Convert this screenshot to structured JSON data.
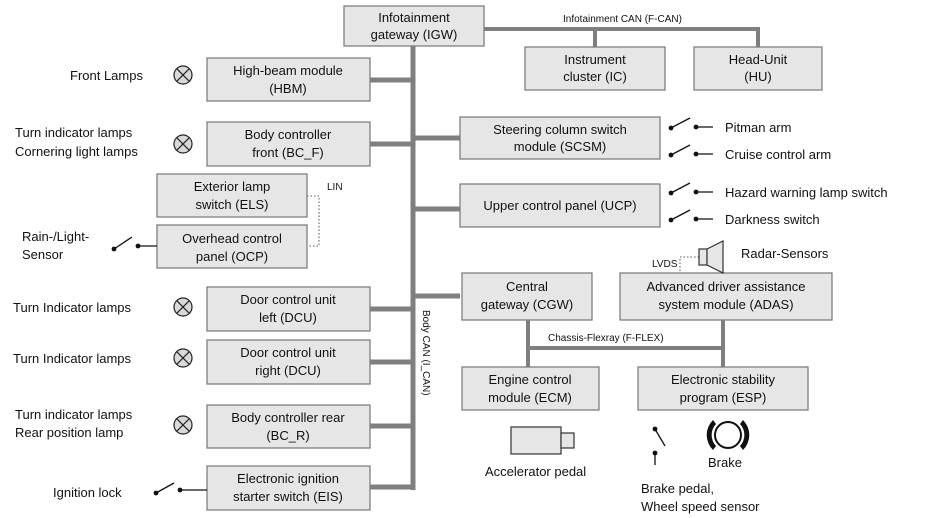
{
  "buses": {
    "f_can": "Infotainment CAN (F-CAN)",
    "body_can": "Body CAN (I_CAN)",
    "flexray": "Chassis-Flexray (F-FLEX)",
    "lin": "LIN",
    "lvds": "LVDS"
  },
  "modules": {
    "igw": [
      "Infotainment",
      "gateway (IGW)"
    ],
    "ic": [
      "Instrument",
      "cluster (IC)"
    ],
    "hu": [
      "Head-Unit",
      "(HU)"
    ],
    "hbm": [
      "High-beam module",
      "(HBM)"
    ],
    "bcf": [
      "Body controller",
      "front (BC_F)"
    ],
    "els": [
      "Exterior lamp",
      "switch (ELS)"
    ],
    "ocp": [
      "Overhead control",
      "panel (OCP)"
    ],
    "dcul": [
      "Door control unit",
      "left (DCU)"
    ],
    "dcur": [
      "Door control unit",
      "right (DCU)"
    ],
    "bcr": [
      "Body controller rear",
      "(BC_R)"
    ],
    "eis": [
      "Electronic ignition",
      "starter switch (EIS)"
    ],
    "scsm": [
      "Steering column switch",
      "module (SCSM)"
    ],
    "ucp": [
      "Upper control panel (UCP)"
    ],
    "cgw": [
      "Central",
      "gateway (CGW)"
    ],
    "adas": [
      "Advanced driver assistance",
      "system module (ADAS)"
    ],
    "ecm": [
      "Engine control",
      "module (ECM)"
    ],
    "esp": [
      "Electronic stability",
      "program (ESP)"
    ]
  },
  "peripherals": {
    "front_lamps": [
      "Front Lamps"
    ],
    "bcf_lamps": [
      "Turn indicator lamps",
      "Cornering light lamps"
    ],
    "rain_sensor": [
      "Rain-/Light-",
      "Sensor"
    ],
    "dcul_lamps": [
      "Turn Indicator lamps"
    ],
    "dcur_lamps": [
      "Turn Indicator lamps"
    ],
    "bcr_lamps": [
      "Turn indicator lamps",
      "Rear position lamp"
    ],
    "ignition_lock": [
      "Ignition lock"
    ],
    "pitman_arm": [
      "Pitman arm"
    ],
    "cruise_arm": [
      "Cruise control arm"
    ],
    "hazard_switch": [
      "Hazard warning lamp switch"
    ],
    "darkness_switch": [
      "Darkness switch"
    ],
    "radar": [
      "Radar-Sensors"
    ],
    "accelerator": [
      "Accelerator pedal"
    ],
    "brake": [
      "Brake"
    ],
    "brake_pedal": [
      "Brake pedal,",
      "Wheel speed sensor"
    ]
  },
  "icons": [
    "lamp-icon",
    "switch-icon",
    "radar-sensor-icon",
    "pedal-sensor-icon",
    "brake-icon"
  ],
  "colors": {
    "box_fill": "#e6e6e6",
    "box_stroke": "#7f7f7f",
    "bus": "#7f7f7f"
  }
}
